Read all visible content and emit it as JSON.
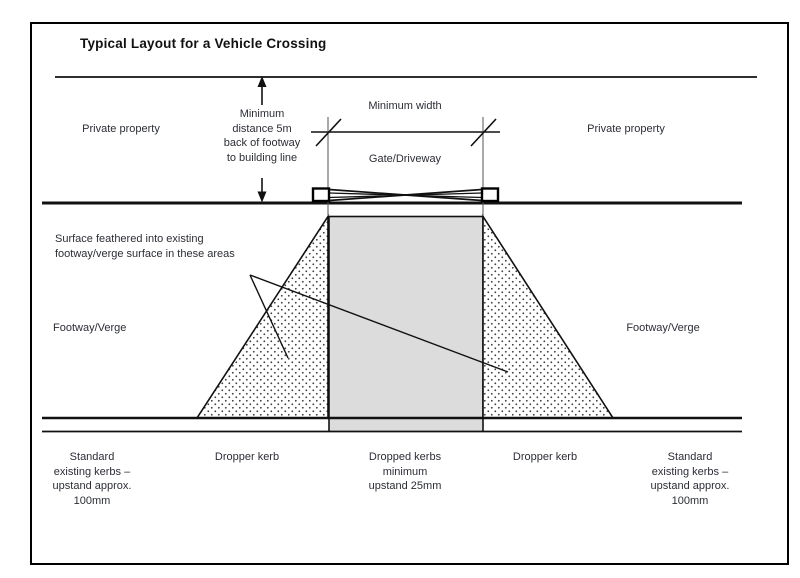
{
  "title": "Typical Layout for a Vehicle Crossing",
  "labels": {
    "private_property_left": "Private property",
    "private_property_right": "Private property",
    "min_distance_note": "Minimum\ndistance 5m\nback of footway\nto building line",
    "minimum_width": "Minimum width",
    "gate_driveway": "Gate/Driveway",
    "surface_feathered_note": "Surface feathered into existing\nfootway/verge surface in these areas",
    "footway_verge_left": "Footway/Verge",
    "footway_verge_right": "Footway/Verge",
    "standard_kerbs_left": "Standard\nexisting kerbs –\nupstand approx.\n100mm",
    "dropper_kerb_left": "Dropper kerb",
    "dropped_kerbs_centre": "Dropped kerbs\nminimum\nupstand 25mm",
    "dropper_kerb_right": "Dropper kerb",
    "standard_kerbs_right": "Standard\nexisting kerbs –\nupstand approx.\n100mm"
  },
  "colors": {
    "line": "#111111",
    "text": "#2b2e34",
    "surface_fill": "#dcdcdc",
    "background": "#ffffff"
  }
}
